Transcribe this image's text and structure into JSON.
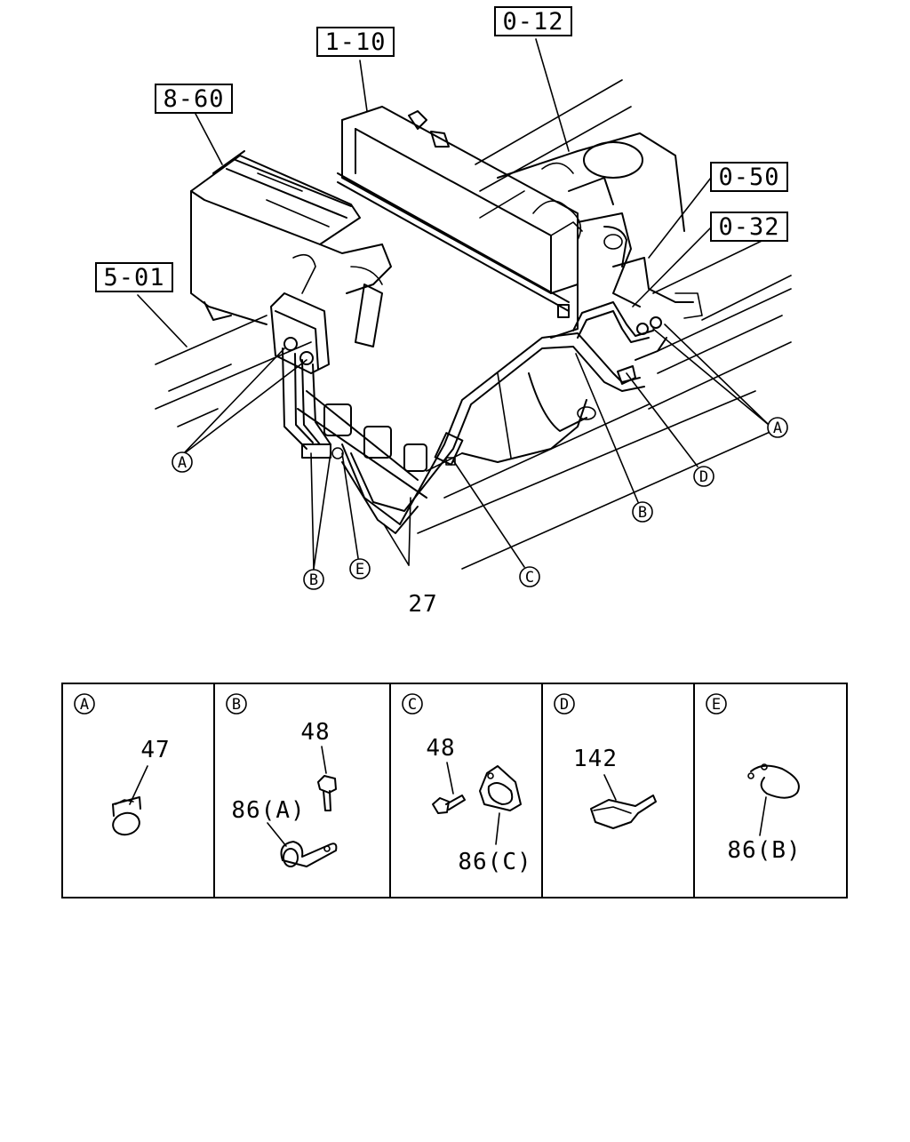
{
  "ref_boxes": [
    "1-10",
    "0-12",
    "8-60",
    "0-50",
    "0-32",
    "5-01"
  ],
  "callouts": {
    "A_left": "A",
    "A_right": "A",
    "B_left": "B",
    "B_right": "B",
    "C": "C",
    "D": "D",
    "E": "E",
    "hose_part": "27"
  },
  "detail_panels": [
    {
      "letter": "A",
      "labels": [
        "47"
      ]
    },
    {
      "letter": "B",
      "labels": [
        "48",
        "86(A)"
      ]
    },
    {
      "letter": "C",
      "labels": [
        "48",
        "86(C)"
      ]
    },
    {
      "letter": "D",
      "labels": [
        "142"
      ]
    },
    {
      "letter": "E",
      "labels": [
        "86(B)"
      ]
    }
  ]
}
